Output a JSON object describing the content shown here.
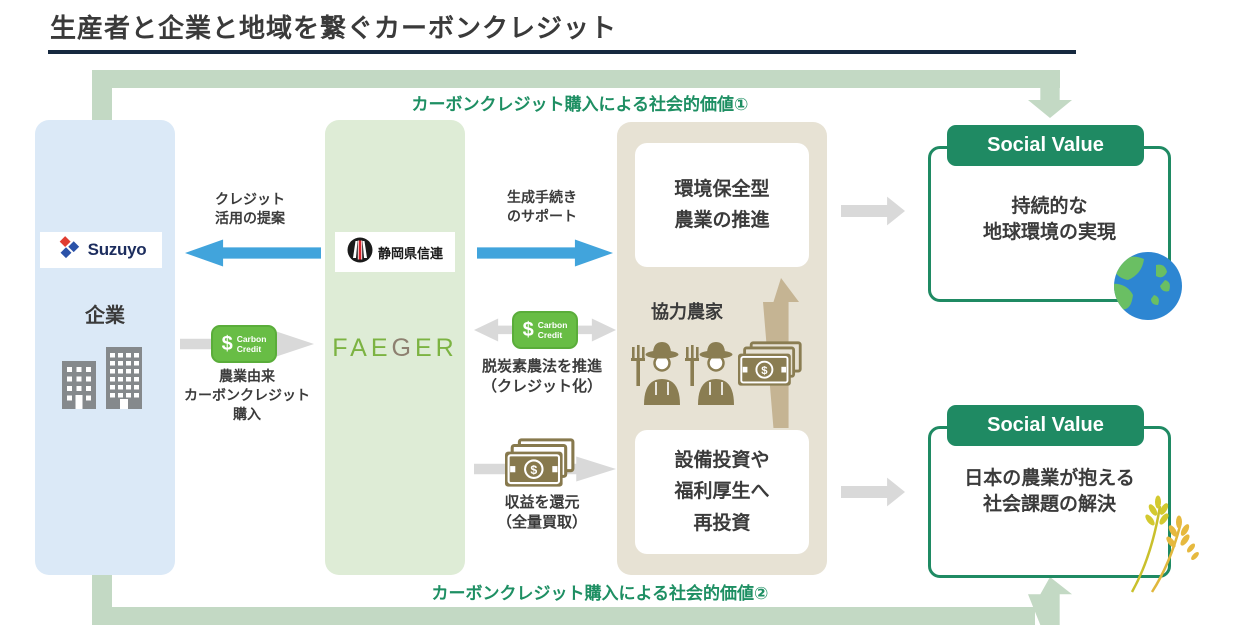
{
  "title": "生産者と企業と地域を繋ぐカーボンクレジット",
  "banners": {
    "top": "カーボンクレジット購入による社会的価値①",
    "bottom": "カーボンクレジット購入による社会的価値②"
  },
  "company": {
    "logo": "Suzuyo",
    "label": "企業"
  },
  "intermediary": {
    "partner_logo": "静岡県信連",
    "brand_pre": "FAE",
    "brand_g": "G",
    "brand_post": "ER"
  },
  "flows": {
    "credit_proposal": "クレジット\n活用の提案",
    "credit_purchase": "農業由来\nカーボンクレジット\n購入",
    "procedure_support": "生成手続き\nのサポート",
    "decarbonization": "脱炭素農法を推進\n（クレジット化）",
    "profit_return": "収益を還元\n（全量買取）"
  },
  "credit_badge": {
    "symbol": "$",
    "line1": "Carbon",
    "line2": "Credit"
  },
  "banknote": {
    "symbol": "$"
  },
  "farmers": {
    "eco_agriculture": "環境保全型\n農業の推進",
    "label": "協力農家",
    "reinvestment": "設備投資や\n福利厚生へ\n再投資"
  },
  "social_values": [
    {
      "badge": "Social Value",
      "text": "持続的な\n地球環境の実現"
    },
    {
      "badge": "Social Value",
      "text": "日本の農業が抱える\n社会課題の解決"
    }
  ],
  "colors": {
    "accent_green": "#1f8a63",
    "banner_green": "#1e8f63",
    "frame_green": "#c3d9c4",
    "company_box": "#dbe9f7",
    "intermediary_box": "#deecd6",
    "farmers_box": "#e7e2d4",
    "arrow_blue": "#41a4dc",
    "arrow_gray": "#d9d9d9",
    "arrow_tan": "#c5b493",
    "credit_green": "#68bd45",
    "olive_icon": "#8a7d52",
    "faeger_green": "#7cb342",
    "faeger_g_gray": "#8d8070",
    "suzuyo_navy": "#1c2d5e",
    "suzuyo_red": "#e03c31",
    "suzuyo_blue": "#2b52a8",
    "title_underline": "#16293f"
  },
  "icons": {
    "company": "buildings-icon",
    "suzuyo_mark": "diamonds-icon",
    "shizuoka_mark": "coop-emblem-icon",
    "credit": "carbon-credit-badge-icon",
    "money": "banknotes-icon",
    "farmer": "farmer-icon",
    "earth": "earth-icon",
    "rice": "rice-ear-icon"
  }
}
